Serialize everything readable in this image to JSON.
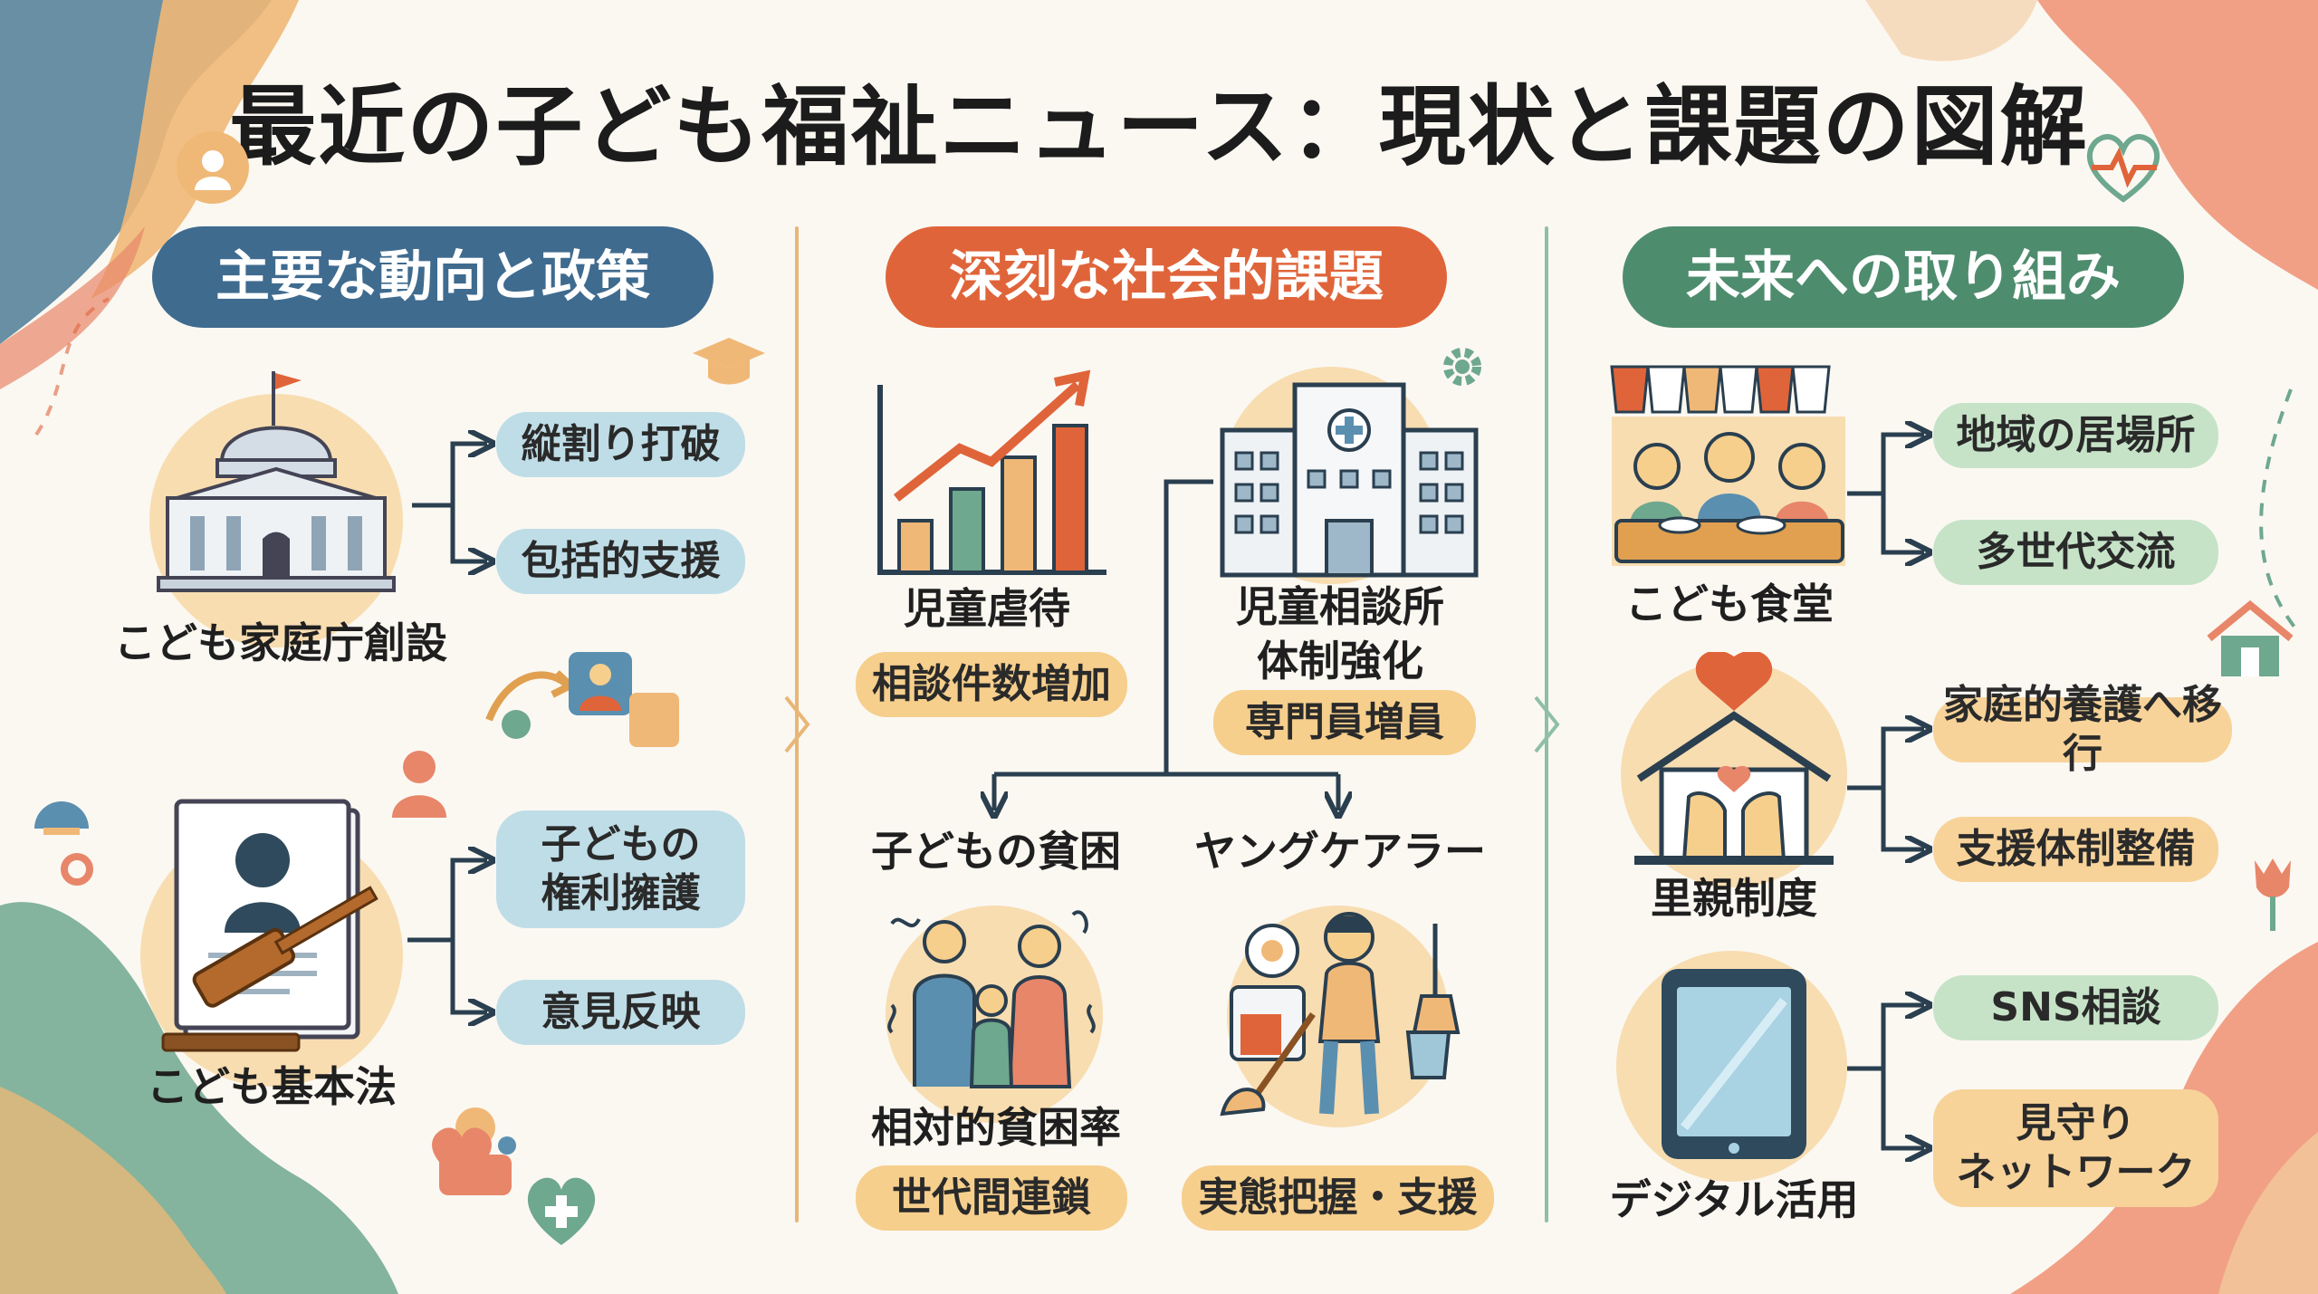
{
  "title": "最近の子ども福祉ニュース：現状と課題の図解",
  "colors": {
    "blue": "#3f6b8f",
    "orange": "#e0643a",
    "green": "#4e8c6e",
    "pill_blue": "#bfdde7",
    "pill_yellow": "#f6cf8d",
    "pill_green": "#c6e3c8"
  },
  "columns": {
    "left": {
      "header": "主要な動向と政策",
      "items": [
        {
          "caption": "こども家庭庁創設",
          "icon": "government-building-icon",
          "branches": [
            "縦割り打破",
            "包括的支援"
          ]
        },
        {
          "caption": "こども基本法",
          "icon": "law-gavel-icon",
          "branches": [
            "子どもの\n権利擁護",
            "意見反映"
          ]
        }
      ]
    },
    "middle": {
      "header": "深刻な社会的課題",
      "items": [
        {
          "caption": "児童虐待",
          "icon": "rising-bar-chart-icon",
          "tag": "相談件数増加"
        },
        {
          "caption": "児童相談所\n体制強化",
          "icon": "hospital-building-icon",
          "tag": "専門員増員"
        },
        {
          "caption": "子どもの貧困",
          "sub": "相対的貧困率",
          "icon": "worried-family-icon",
          "tag": "世代間連鎖"
        },
        {
          "caption": "ヤングケアラー",
          "sub": "",
          "icon": "child-sweeping-icon",
          "tag": "実態把握・支援"
        }
      ]
    },
    "right": {
      "header": "未来への取り組み",
      "items": [
        {
          "caption": "こども食堂",
          "icon": "children-dining-icon",
          "branches": [
            "地域の居場所",
            "多世代交流"
          ]
        },
        {
          "caption": "里親制度",
          "icon": "house-heart-hands-icon",
          "branches": [
            "家庭的養護へ移行",
            "支援体制整備"
          ]
        },
        {
          "caption": "デジタル活用",
          "icon": "tablet-icon",
          "branches": [
            "SNS相談",
            "見守り\nネットワーク"
          ]
        }
      ]
    }
  }
}
